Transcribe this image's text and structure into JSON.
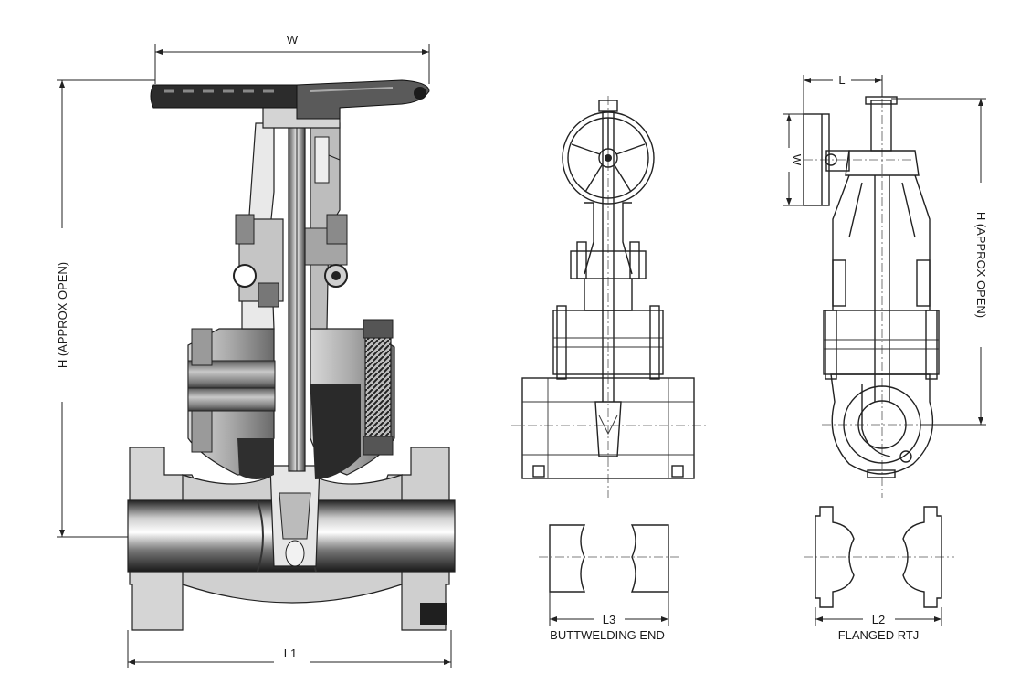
{
  "labels": {
    "w_top": "W",
    "h_left": "H (APPROX OPEN)",
    "l1": "L1",
    "l3": "L3",
    "buttwelding": "BUTTWELDING END",
    "l_right": "L",
    "w_right": "W",
    "h_right": "H (APPROX OPEN)",
    "l2": "L2",
    "flanged": "FLANGED RTJ"
  },
  "colors": {
    "ink": "#222222",
    "shade_dark": "#3a3a3a",
    "shade_mid": "#9a9a9a",
    "shade_light": "#d9d9d9"
  }
}
